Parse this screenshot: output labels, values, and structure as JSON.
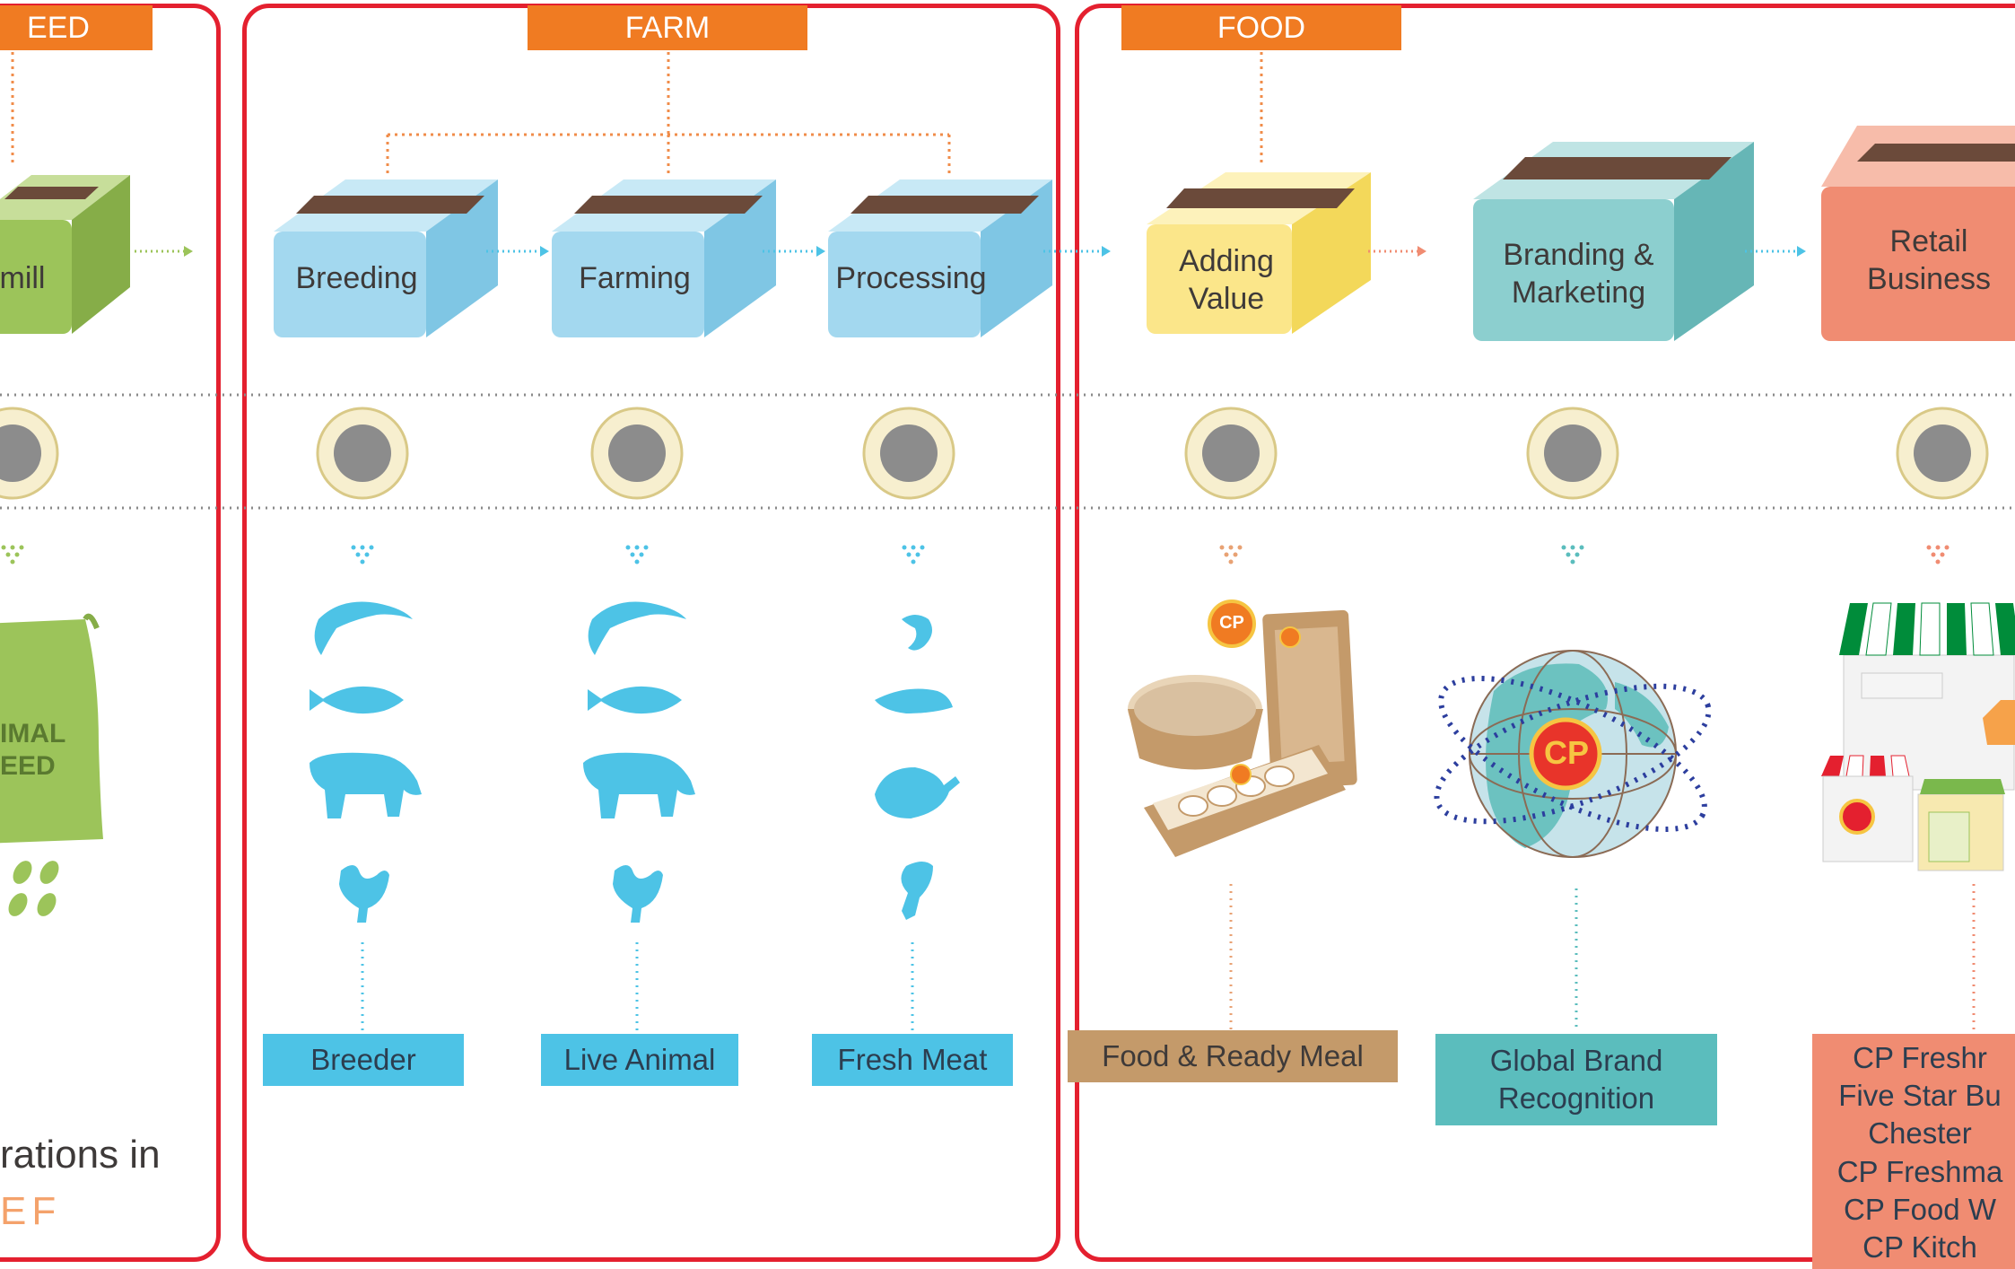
{
  "colors": {
    "panel_border": "#e4202f",
    "tab": "#f07b22",
    "feed": "#9cc45a",
    "farm": "#a3d8ef",
    "value": "#fbe68a",
    "brand": "#8ccfcf",
    "retail": "#f08c72",
    "blue_tag": "#4dc3e6",
    "tan_tag": "#c49a6a",
    "teal_tag": "#5bbdbd",
    "salmon_tag": "#f08c72"
  },
  "sections": {
    "feed": "EED",
    "farm": "FARM",
    "food": "FOOD"
  },
  "boxes": {
    "mill": "mill",
    "breeding": "Breeding",
    "farming": "Farming",
    "processing": "Processing",
    "adding_value": "Adding\nValue",
    "branding": "Branding &\nMarketing",
    "retail": "Retail\nBusiness"
  },
  "sack": {
    "line1": "IMAL",
    "line2": "EED"
  },
  "footer": {
    "line1": "rations in",
    "line2": "EF"
  },
  "tags": {
    "breeder": "Breeder",
    "live_animal": "Live Animal",
    "fresh_meat": "Fresh Meat",
    "food_ready": "Food & Ready Meal",
    "global_brand": "Global Brand\nRecognition",
    "retail_list": "CP Freshr\nFive Star Bu\nChester\nCP Freshma\nCP Food W\nCP Kitch"
  },
  "logos": {
    "cp": "CP"
  },
  "icons": [
    "shrimp-icon",
    "fish-icon",
    "pig-icon",
    "chicken-icon",
    "ham-icon",
    "drumstick-icon",
    "globe-icon",
    "store-icon",
    "food-pack-icon",
    "seed-icon"
  ]
}
